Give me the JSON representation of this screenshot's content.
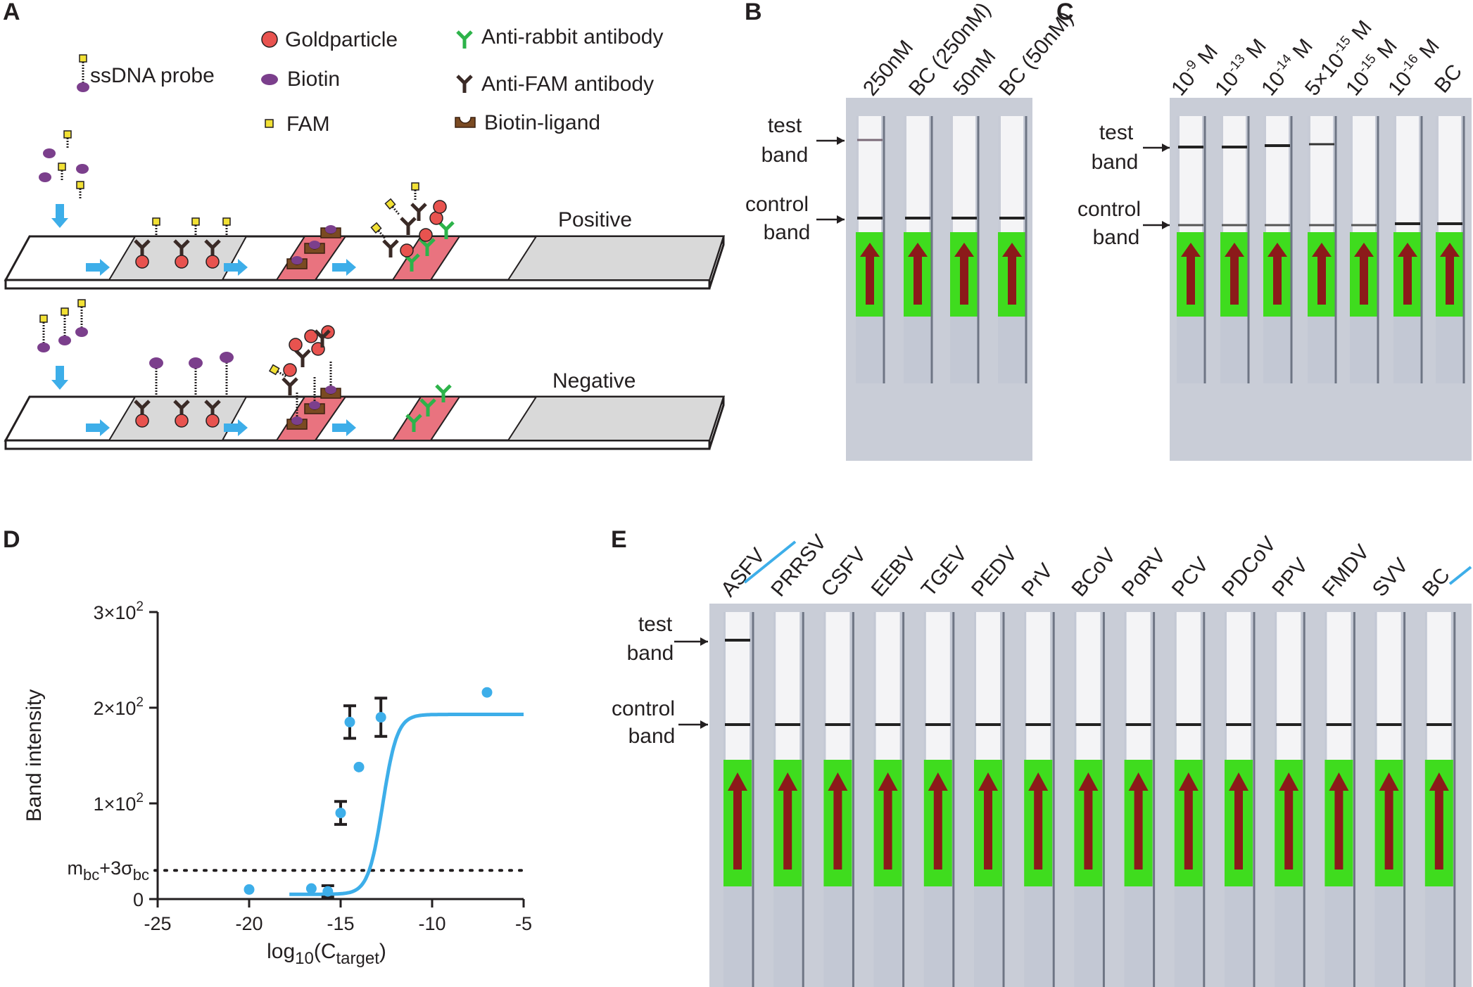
{
  "panels": {
    "A": {
      "label": "A",
      "legend": [
        {
          "label": "ssDNA probe",
          "icon": "ssdna-probe-icon"
        },
        {
          "label": "Goldparticle",
          "icon": "gold-particle-icon"
        },
        {
          "label": "Biotin",
          "icon": "biotin-icon"
        },
        {
          "label": "FAM",
          "icon": "fam-icon"
        },
        {
          "label": "Anti-rabbit antibody",
          "icon": "anti-rabbit-antibody-icon"
        },
        {
          "label": "Anti-FAM antibody",
          "icon": "anti-fam-antibody-icon"
        },
        {
          "label": "Biotin-ligand",
          "icon": "biotin-ligand-icon"
        }
      ],
      "positive_label": "Positive",
      "negative_label": "Negative"
    },
    "B": {
      "label": "B",
      "lanes": [
        "250nM",
        "BC (250nM)",
        "50nM",
        "BC (50nM)"
      ],
      "test_band": [
        "test",
        "band"
      ],
      "control_band": [
        "control",
        "band"
      ]
    },
    "C": {
      "label": "C",
      "lanes": [
        {
          "base": "10",
          "sup": "-9",
          "unit": " M"
        },
        {
          "base": "10",
          "sup": "-13",
          "unit": " M"
        },
        {
          "base": "10",
          "sup": "-14",
          "unit": " M"
        },
        {
          "base": "5×10",
          "sup": "-15",
          "unit": " M"
        },
        {
          "base": "10",
          "sup": "-15",
          "unit": " M"
        },
        {
          "base": "10",
          "sup": "-16",
          "unit": " M"
        },
        {
          "base": "BC",
          "sup": "",
          "unit": ""
        }
      ],
      "test_band": [
        "test",
        "band"
      ],
      "control_band": [
        "control",
        "band"
      ]
    },
    "D": {
      "label": "D"
    },
    "E": {
      "label": "E",
      "lanes": [
        "ASFV",
        "PRRSV",
        "CSFV",
        "EEBV",
        "TGEV",
        "PEDV",
        "PrV",
        "BCoV",
        "PoRV",
        "PCV",
        "PDCoV",
        "PPV",
        "FMDV",
        "SVV",
        "BC"
      ],
      "test_band": [
        "test",
        "band"
      ],
      "control_band": [
        "control",
        "band"
      ]
    }
  },
  "colors": {
    "accent_blue": "#3daee9",
    "gold": "#e8534f",
    "biotin": "#7b3f8c",
    "fam": "#f2e135",
    "anti_rabbit": "#2db34a",
    "ligand": "#7a4a22",
    "test_zone": "#e9737f",
    "sample_zone": "#d9d9d9",
    "strip_green": "#3fdc1e",
    "arrow_red": "#8c1a1a"
  },
  "chart_data": {
    "type": "scatter",
    "xlabel": "log10(Ctarget)",
    "ylabel": "Band intensity",
    "xlim": [
      -25,
      -5
    ],
    "ylim": [
      0,
      300
    ],
    "x_ticks": [
      -25,
      -20,
      -15,
      -10,
      -5
    ],
    "x_tick_labels": [
      "-25",
      "-20",
      "-15",
      "-10",
      "-5"
    ],
    "y_ticks": [
      0,
      100,
      200,
      300
    ],
    "y_tick_labels": [
      {
        "base": "0",
        "sup": ""
      },
      {
        "base": "1×10",
        "sup": "2"
      },
      {
        "base": "2×10",
        "sup": "2"
      },
      {
        "base": "3×10",
        "sup": "2"
      }
    ],
    "threshold": {
      "value": 30,
      "label": "mbc+3σbc"
    },
    "points": [
      {
        "x": -20,
        "y": 10
      },
      {
        "x": -16.6,
        "y": 11
      },
      {
        "x": -15.7,
        "y": 8,
        "err": 6
      },
      {
        "x": -15,
        "y": 90,
        "err": 12
      },
      {
        "x": -14.5,
        "y": 185,
        "err": 17
      },
      {
        "x": -14.0,
        "y": 138
      },
      {
        "x": -12.8,
        "y": 190,
        "err": 20
      },
      {
        "x": -7,
        "y": 216
      }
    ],
    "fit": {
      "bottom": 5,
      "top": 193,
      "x50": -12.7,
      "hill": 1.1,
      "x_range": [
        -17.8,
        -5
      ]
    }
  }
}
